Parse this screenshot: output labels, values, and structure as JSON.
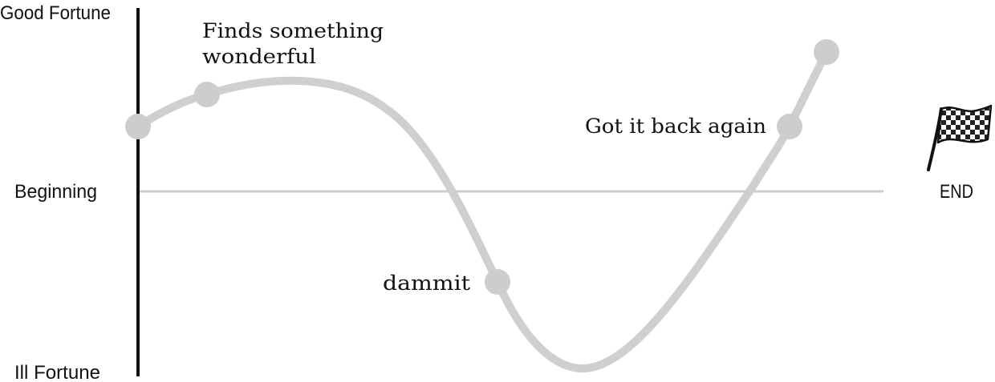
{
  "axis_labels": {
    "top": "Good Fortune",
    "middle": "Beginning",
    "bottom": "Ill Fortune",
    "end": "END"
  },
  "annotations": {
    "finds_line1": "Finds something",
    "finds_line2": "wonderful",
    "dammit": "dammit",
    "got_back": "Got it back again"
  },
  "colors": {
    "curve": "#cfcfcf",
    "marker": "#cdcdcd",
    "baseline": "#cccccc",
    "vertical_axis": "#111111",
    "text": "#111111"
  },
  "icons": {
    "end_marker": "checkered-flag-icon"
  }
}
